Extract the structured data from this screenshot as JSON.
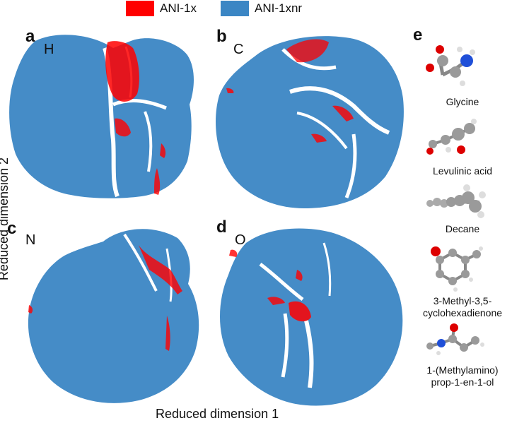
{
  "legend": [
    {
      "label": "ANI-1x",
      "color": "#ff0000"
    },
    {
      "label": "ANI-1xnr",
      "color": "#3b86c4"
    }
  ],
  "axes": {
    "xlabel": "Reduced dimension 1",
    "ylabel": "Reduced dimension 2"
  },
  "panels": [
    {
      "letter": "a",
      "element": "H"
    },
    {
      "letter": "b",
      "element": "C"
    },
    {
      "letter": "c",
      "element": "N"
    },
    {
      "letter": "d",
      "element": "O"
    }
  ],
  "molecules": {
    "letter": "e",
    "items": [
      {
        "name": "Glycine",
        "icon": "glycine-ball-and-stick-icon"
      },
      {
        "name": "Levulinic acid",
        "icon": "levulinic-acid-ball-and-stick-icon"
      },
      {
        "name": "Decane",
        "icon": "decane-ball-and-stick-icon"
      },
      {
        "name_lines": [
          "3-Methyl-3,5-",
          "cyclohexadienone"
        ],
        "icon": "methylcyclohexadienone-ball-and-stick-icon"
      },
      {
        "name_lines": [
          "1-(Methylamino)",
          "prop-1-en-1-ol"
        ],
        "icon": "methylaminopropenol-ball-and-stick-icon"
      }
    ]
  },
  "chart_data": {
    "type": "scatter",
    "description_series": [
      "ANI-1x",
      "ANI-1xnr"
    ],
    "xlabel": "Reduced dimension 1",
    "ylabel": "Reduced dimension 2",
    "panels": [
      "H",
      "C",
      "N",
      "O"
    ]
  },
  "colors": {
    "ani1x": "#ff0000",
    "ani1xnr": "#3b86c4",
    "gap": "#ffffff"
  }
}
